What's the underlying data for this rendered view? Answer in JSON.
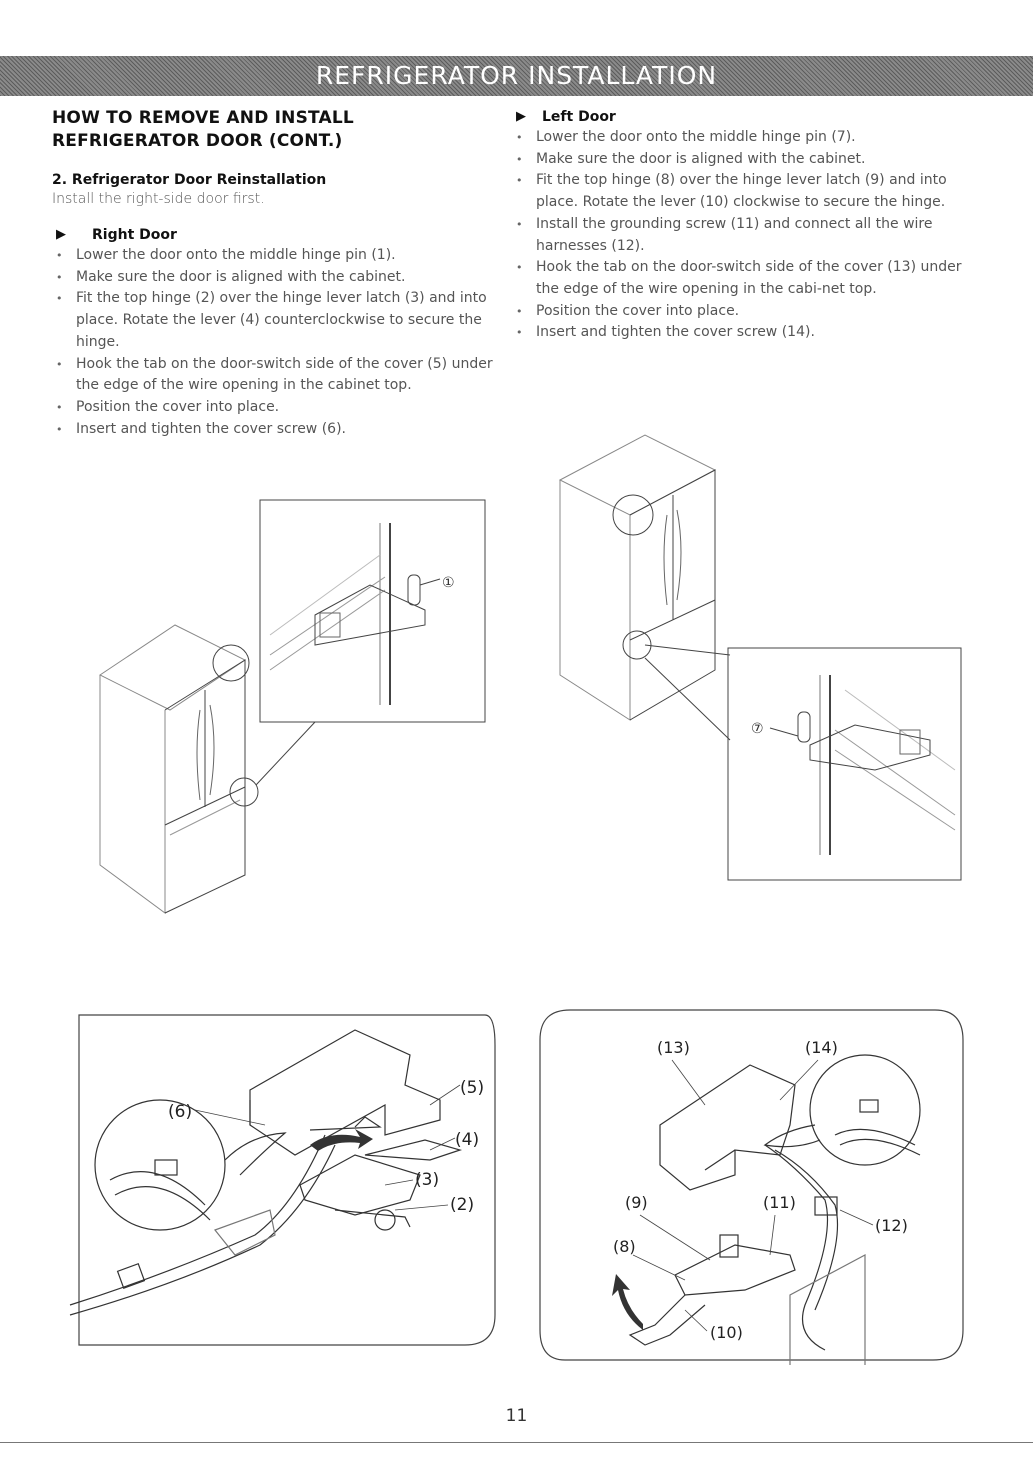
{
  "header": {
    "banner": "REFRIGERATOR INSTALLATION"
  },
  "left": {
    "title_line1": "HOW TO REMOVE AND INSTALL",
    "title_line2": "REFRIGERATOR DOOR (CONT.)",
    "subhead": "2. Refrigerator Door Reinstallation",
    "intro": "Install the right-side door first.",
    "door_heading": "Right Door",
    "bullets": [
      "Lower the door onto the middle hinge pin (1).",
      "Make sure the door is aligned with the cabinet.",
      "Fit the top hinge (2) over the hinge lever latch (3) and into place. Rotate the lever (4) counterclockwise to secure the hinge.",
      "Hook the tab on the door-switch side of the cover (5) under the edge of the wire opening in the cabinet top.",
      "Position the cover into place.",
      "Insert and tighten the cover screw (6)."
    ]
  },
  "right": {
    "door_heading": "Left Door",
    "bullets": [
      "Lower the door onto the middle hinge pin (7).",
      "Make sure the door is aligned with the cabinet.",
      "Fit the top hinge (8) over the hinge lever latch (9) and into place. Rotate the lever (10) clockwise to secure the hinge.",
      "Install the grounding screw (11) and connect all the wire harnesses (12).",
      "Hook the tab on the door-switch side of the cover (13) under the edge of the wire opening in the cabi-net top.",
      "Position the cover into place.",
      "Insert and tighten the cover screw (14)."
    ]
  },
  "callouts": {
    "c1": "①",
    "c7": "⑦",
    "c2": "(2)",
    "c3": "(3)",
    "c4": "(4)",
    "c5": "(5)",
    "c6": "(6)",
    "c8": "(8)",
    "c9": "(9)",
    "c10": "(10)",
    "c11": "(11)",
    "c12": "(12)",
    "c13": "(13)",
    "c14": "(14)"
  },
  "footer": {
    "page_number": "11"
  }
}
